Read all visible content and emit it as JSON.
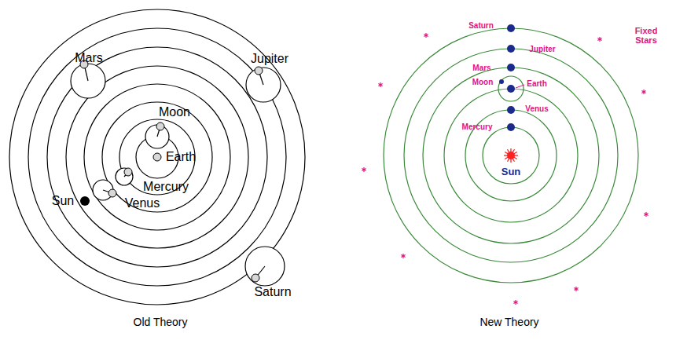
{
  "diagram": {
    "labels": [
      "Mars",
      "Jupiter",
      "Moon",
      "Earth",
      "Mercury",
      "Sun",
      "Venus",
      "Saturn",
      "Old Theory",
      "Saturn",
      "Jupiter",
      "Mars",
      "Moon",
      "Earth",
      "Venus",
      "Mercury",
      "Sun",
      "Fixed Stars",
      "New Theory"
    ]
  }
}
